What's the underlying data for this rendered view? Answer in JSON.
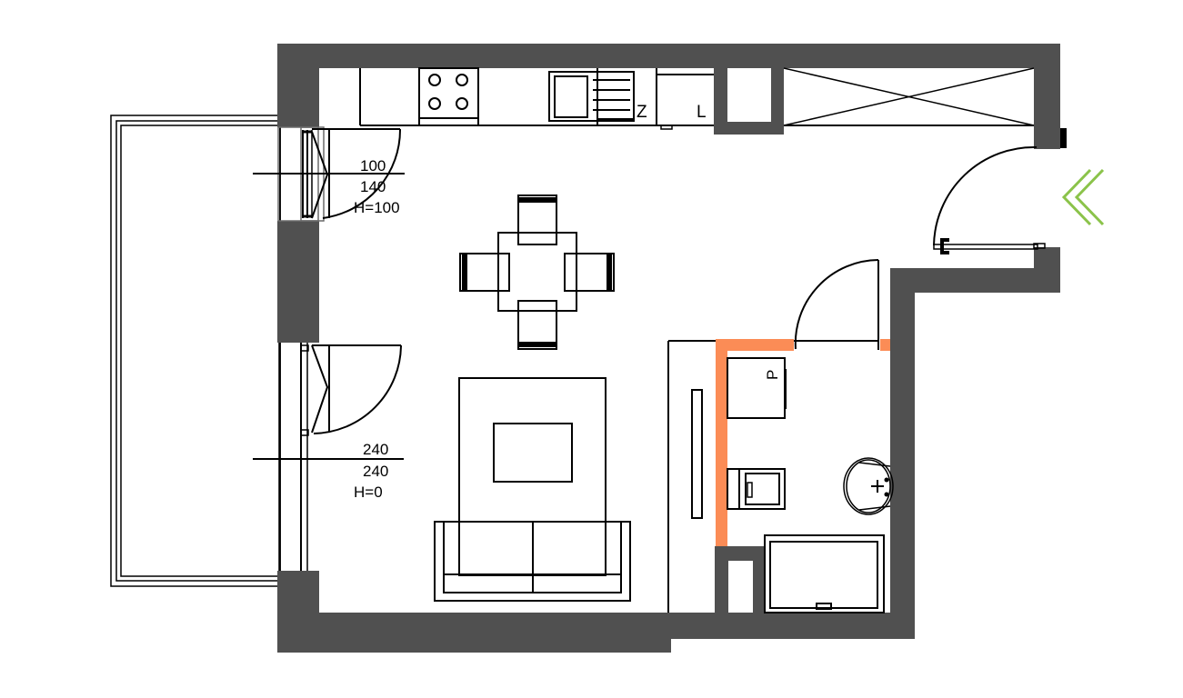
{
  "plan": {
    "type": "apartment-floor-plan",
    "colors": {
      "wall": "#505050",
      "partition": "#fb8c56",
      "entrance_arrow": "#8bc34a",
      "line": "#000000",
      "background": "#ffffff"
    },
    "window_upper": {
      "width_label": "100",
      "height_label": "140",
      "sill_label": "H=100"
    },
    "balcony_door": {
      "width_label": "240",
      "height_label": "240",
      "sill_label": "H=0"
    },
    "kitchen": {
      "fridge_label": "Z",
      "dishwasher_label": "L"
    },
    "bathroom": {
      "washer_label": "P"
    },
    "entrance": {
      "icon": "double-chevron-left-icon"
    }
  }
}
